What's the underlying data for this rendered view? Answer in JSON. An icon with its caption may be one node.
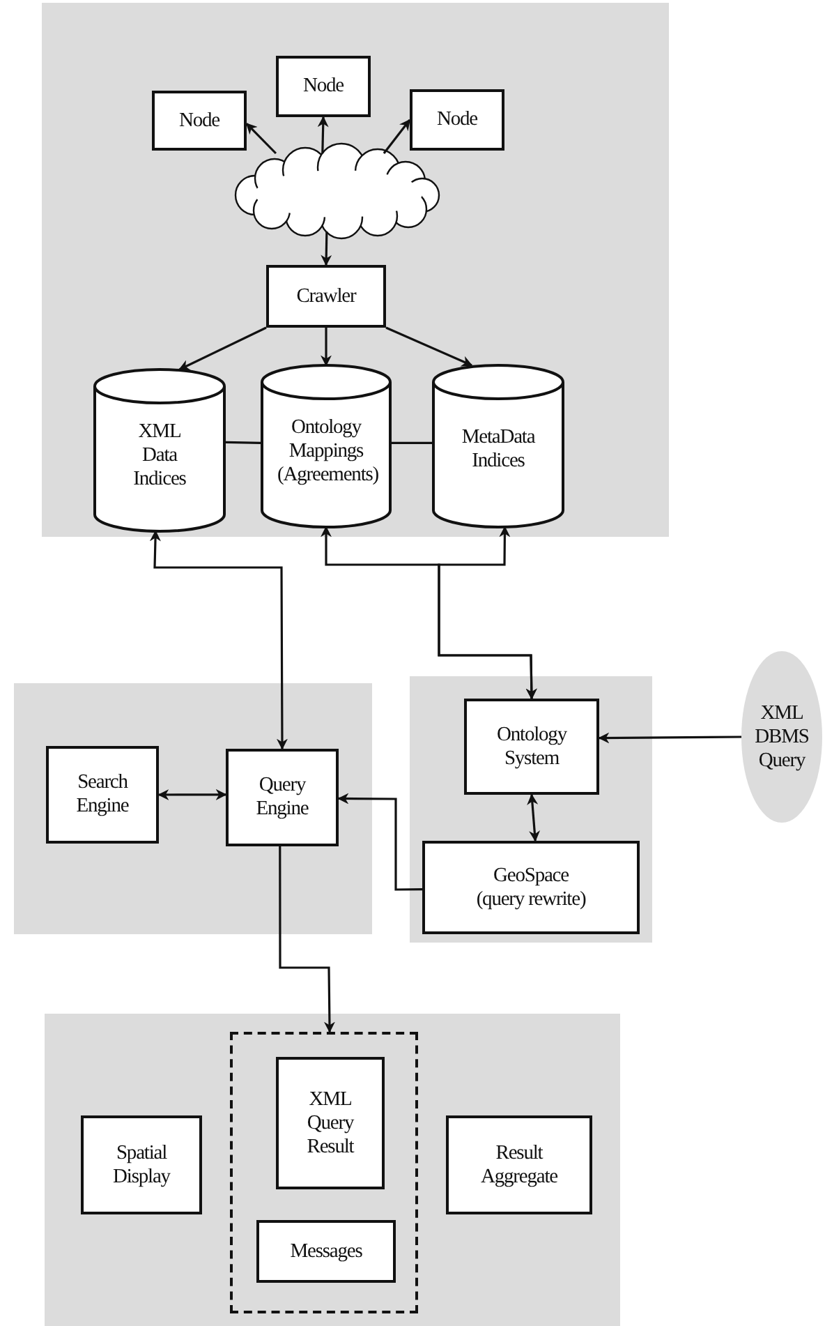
{
  "diagram": {
    "nodes": [
      {
        "text": [],
        "shape": "box"
      },
      {
        "text": [
          "Node"
        ],
        "in": 0
      },
      {
        "text": [
          "Node"
        ],
        "in": 0
      },
      {
        "text": [
          "Node"
        ],
        "in": 0
      },
      {
        "text": [],
        "shape": "cloud",
        "in": 0
      },
      {
        "text": [
          "Crawler"
        ],
        "in": 0
      },
      {
        "text": [
          "XML Data Indices"
        ],
        "in": 0
      },
      {
        "text": [
          "Ontology Mappings (Agreements)"
        ],
        "in": 0
      },
      {
        "text": [
          "MetaData Indices"
        ],
        "in": 0
      },
      {
        "text": [],
        "shape": "box"
      },
      {
        "text": [
          "Search Engine"
        ],
        "in": 9
      },
      {
        "text": [
          "Query Engine"
        ],
        "in": 9
      },
      {
        "text": [],
        "shape": "box"
      },
      {
        "text": [
          "Ontology System"
        ],
        "in": 12
      },
      {
        "text": [
          "GeoSpace (query rewrite)"
        ],
        "in": 12
      },
      {
        "text": [
          "XML DBMS Query"
        ]
      },
      {
        "text": [],
        "shape": "box"
      },
      {
        "text": [
          "Spatial Display"
        ],
        "in": 16
      },
      {
        "text": [],
        "shape": "box",
        "in": 16
      },
      {
        "text": [
          "XML Query Result"
        ],
        "in": 18
      },
      {
        "text": [
          "Messages"
        ],
        "in": 18
      },
      {
        "text": [
          "Result Aggregate"
        ],
        "in": 16
      }
    ],
    "edges": [
      {
        "from": 4,
        "to": 1,
        "arrow": "to"
      },
      {
        "from": 4,
        "to": 2,
        "arrow": "to"
      },
      {
        "from": 4,
        "to": 3,
        "arrow": "to"
      },
      {
        "from": 4,
        "to": 5,
        "arrow": "to"
      },
      {
        "from": 5,
        "to": 6,
        "arrow": "to"
      },
      {
        "from": 5,
        "to": 7,
        "arrow": "to"
      },
      {
        "from": 5,
        "to": 8,
        "arrow": "to"
      },
      {
        "from": 6,
        "to": 7,
        "arrow": "none"
      },
      {
        "from": 7,
        "to": 8,
        "arrow": "none"
      },
      {
        "from": 6,
        "to": 11,
        "arrow": "both"
      },
      {
        "from": 13,
        "to": 7,
        "arrow": "both"
      },
      {
        "from": 13,
        "to": 8,
        "arrow": "both"
      },
      {
        "from": 10,
        "to": 11,
        "arrow": "both"
      },
      {
        "from": 14,
        "to": 11,
        "arrow": "to"
      },
      {
        "from": 13,
        "to": 14,
        "arrow": "both"
      },
      {
        "from": 15,
        "to": 13,
        "arrow": "to"
      },
      {
        "from": 11,
        "to": 18,
        "arrow": "to"
      }
    ]
  }
}
